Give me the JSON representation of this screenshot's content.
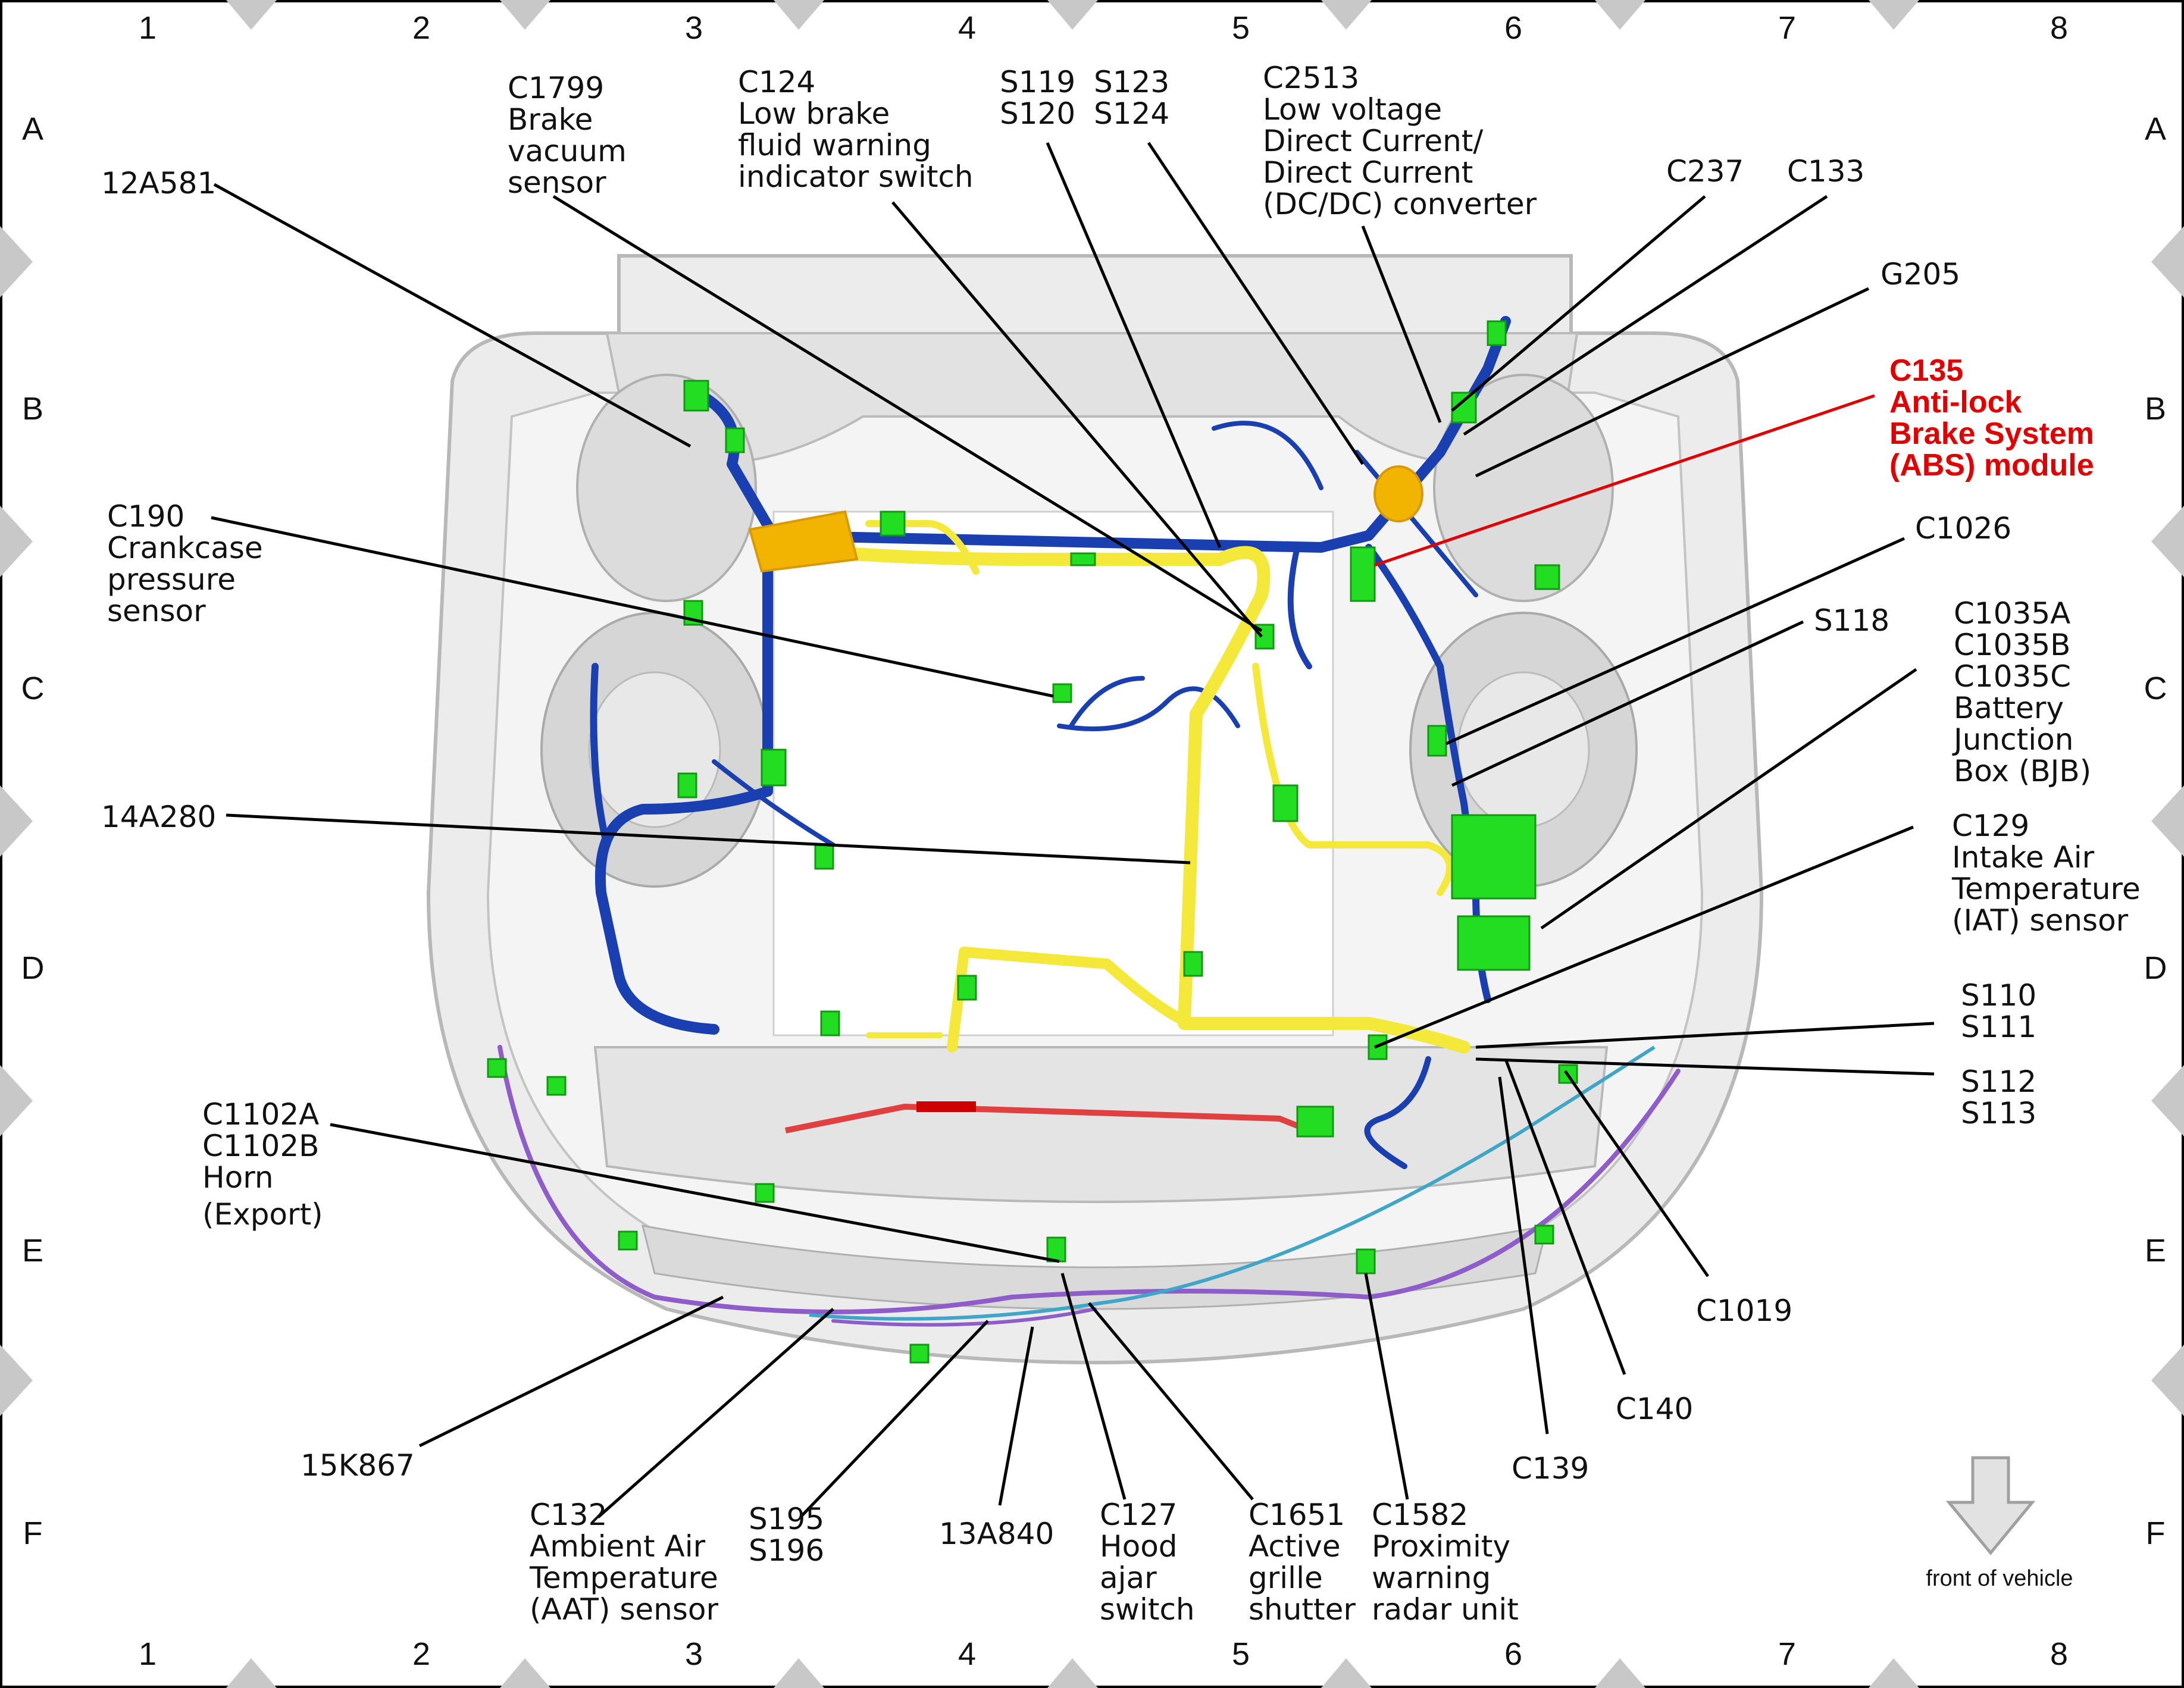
{
  "grid": {
    "columns": [
      "1",
      "2",
      "3",
      "4",
      "5",
      "6",
      "7",
      "8"
    ],
    "rows": [
      "A",
      "B",
      "C",
      "D",
      "E",
      "F"
    ]
  },
  "labels": {
    "c12a581": [
      "12A581"
    ],
    "c1799": [
      "C1799",
      "Brake",
      "vacuum",
      "sensor"
    ],
    "c124": [
      "C124",
      "Low brake",
      "fluid warning",
      "indicator switch"
    ],
    "s119": [
      "S119",
      "S120"
    ],
    "s123": [
      "S123",
      "S124"
    ],
    "c2513": [
      "C2513",
      "Low voltage",
      "Direct Current/",
      "Direct Current",
      "(DC/DC) converter"
    ],
    "c237": [
      "C237"
    ],
    "c133": [
      "C133"
    ],
    "g205": [
      "G205"
    ],
    "c135": [
      "C135",
      "Anti-lock",
      "Brake System",
      "(ABS) module"
    ],
    "c190": [
      "C190",
      "Crankcase",
      "pressure",
      "sensor"
    ],
    "c1026": [
      "C1026"
    ],
    "s118": [
      "S118"
    ],
    "c1035": [
      "C1035A",
      "C1035B",
      "C1035C",
      "Battery",
      "Junction",
      "Box (BJB)"
    ],
    "c14a280": [
      "14A280"
    ],
    "c129": [
      "C129",
      "Intake Air",
      "Temperature",
      "(IAT) sensor"
    ],
    "s110": [
      "S110",
      "S111"
    ],
    "s112": [
      "S112",
      "S113"
    ],
    "c1102": [
      "C1102A",
      "C1102B",
      "Horn",
      "(Export)"
    ],
    "c1019": [
      "C1019"
    ],
    "c140": [
      "C140"
    ],
    "c139": [
      "C139"
    ],
    "c15k867": [
      "15K867"
    ],
    "c132": [
      "C132",
      "Ambient Air",
      "Temperature",
      "(AAT) sensor"
    ],
    "s195": [
      "S195",
      "S196"
    ],
    "c13a840": [
      "13A840"
    ],
    "c127": [
      "C127",
      "Hood",
      "ajar",
      "switch"
    ],
    "c1651": [
      "C1651",
      "Active",
      "grille",
      "shutter"
    ],
    "c1582": [
      "C1582",
      "Proximity",
      "warning",
      "radar unit"
    ]
  },
  "front_of_vehicle": "front of vehicle",
  "colors": {
    "highlight": "#e00000",
    "connector": "#22dd22",
    "harness_blue": "#1a3fb0",
    "harness_yellow": "#f4e83a",
    "harness_purple": "#8e5dc9"
  },
  "icons": [
    "down-arrow-icon"
  ]
}
